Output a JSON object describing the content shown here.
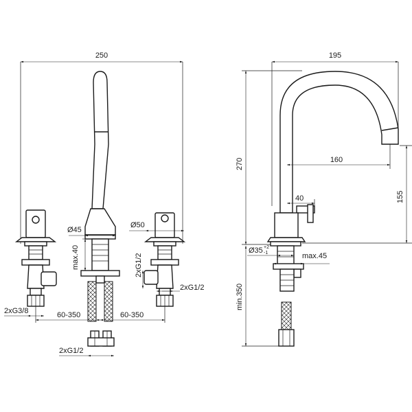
{
  "front_view": {
    "width_250": "250",
    "dia_45": "Ø45",
    "dia_50": "Ø50",
    "max_40": "max.40",
    "conn_g12_vertical": "2xG1/2",
    "conn_g12_right": "2xG1/2",
    "conn_g38": "2xG3/8",
    "spacing_left": "60-350",
    "spacing_right": "60-350",
    "conn_g12_bottom": "2xG1/2"
  },
  "side_view": {
    "width_195": "195",
    "height_270": "270",
    "reach_160": "160",
    "height_155": "155",
    "offset_40": "40",
    "dia_35": "Ø35",
    "tol_plus": "+2",
    "tol_minus": "-1",
    "max_45": "max.45",
    "min_350": "min.350"
  }
}
